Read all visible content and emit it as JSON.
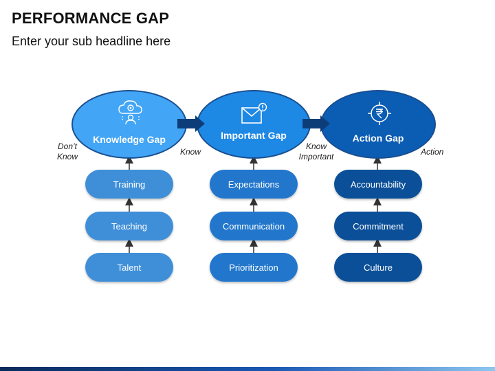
{
  "header": {
    "title": "PERFORMANCE GAP",
    "subtitle": "Enter your sub headline here"
  },
  "stages": [
    {
      "name": "Knowledge Gap",
      "icon": "cloud-gear-person-icon",
      "color": "#42a5f5",
      "items": [
        "Training",
        "Teaching",
        "Talent"
      ],
      "item_color": "#3f8fd8"
    },
    {
      "name": "Important Gap",
      "icon": "envelope-alert-icon",
      "color": "#1e88e5",
      "items": [
        "Expectations",
        "Communication",
        "Prioritization"
      ],
      "item_color": "#2277cc"
    },
    {
      "name": "Action Gap",
      "icon": "rupee-target-icon",
      "color": "#0b5cb3",
      "items": [
        "Accountability",
        "Commitment",
        "Culture"
      ],
      "item_color": "#0b4f98"
    }
  ],
  "labels": {
    "dont_know": "Don’t\nKnow",
    "know": "Know",
    "know_important": "Know\nImportant",
    "action": "Action"
  },
  "colors": {
    "arrow": "#0d3d78",
    "connector": "#333333",
    "ellipse_border": "#1a4f8f"
  }
}
